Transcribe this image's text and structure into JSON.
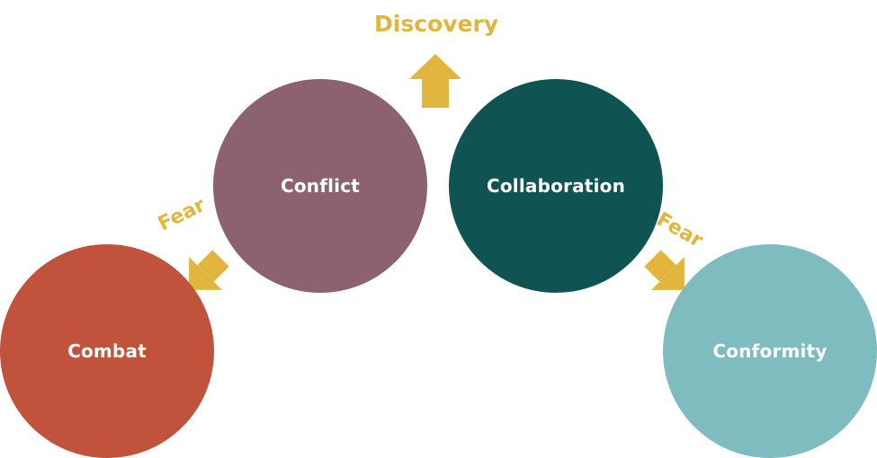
{
  "colors": {
    "conflict": "#8c6271",
    "collaboration": "#0f5453",
    "combat": "#c1523c",
    "conformity": "#7fbcc0",
    "accent": "#e2b53c"
  },
  "nodes": {
    "conflict": "Conflict",
    "collaboration": "Collaboration",
    "combat": "Combat",
    "conformity": "Conformity"
  },
  "labels": {
    "discovery": "Discovery",
    "fear_left": "Fear",
    "fear_right": "Fear"
  },
  "icons": {
    "up_arrow": "arrow-up-icon",
    "left_arrow": "arrow-down-left-icon",
    "right_arrow": "arrow-down-right-icon"
  }
}
